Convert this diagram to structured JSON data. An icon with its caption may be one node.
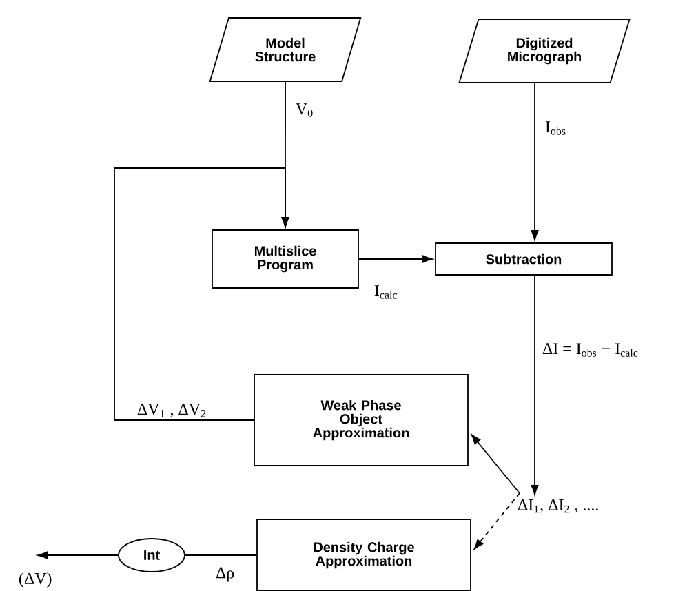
{
  "diagram": {
    "nodes": [
      {
        "text": [
          "Model Structure"
        ]
      },
      {
        "text": [
          "Digitized Micrograph"
        ]
      },
      {
        "text": [
          "Multislice Program"
        ]
      },
      {
        "text": [
          "Subtraction"
        ]
      },
      {
        "text": [
          "Weak Phase Object Approximation"
        ]
      },
      {
        "text": [
          "Density Charge Approximation"
        ]
      },
      {
        "text": [
          "Int"
        ]
      },
      {
        "text": [
          "ΔI$_{1}$, ΔI$_{2}$ , ...."
        ]
      }
    ],
    "edges": [
      {
        "from": 0,
        "to": 2,
        "arrow": "to",
        "label": "V$_{0}$"
      },
      {
        "from": 1,
        "to": 3,
        "arrow": "to",
        "label": "I$_{obs}$"
      },
      {
        "from": 2,
        "to": 3,
        "arrow": "to",
        "label": "I$_{calc}$"
      },
      {
        "from": 3,
        "to": 7,
        "arrow": "to",
        "label": "ΔI = I$_{obs}$ − I$_{calc}$"
      },
      {
        "from": 7,
        "to": 4,
        "arrow": "to"
      },
      {
        "from": 7,
        "to": 5,
        "arrow": "to",
        "style": "dashed"
      },
      {
        "from": 4,
        "to": 2,
        "arrow": "to",
        "label": "ΔV$_{1}$ , ΔV$_{2}$"
      },
      {
        "from": 5,
        "to": 6,
        "arrow": "none",
        "label": "Δρ"
      },
      {
        "from": 6,
        "to": null,
        "arrow": "to",
        "label": "(ΔV)"
      }
    ]
  }
}
